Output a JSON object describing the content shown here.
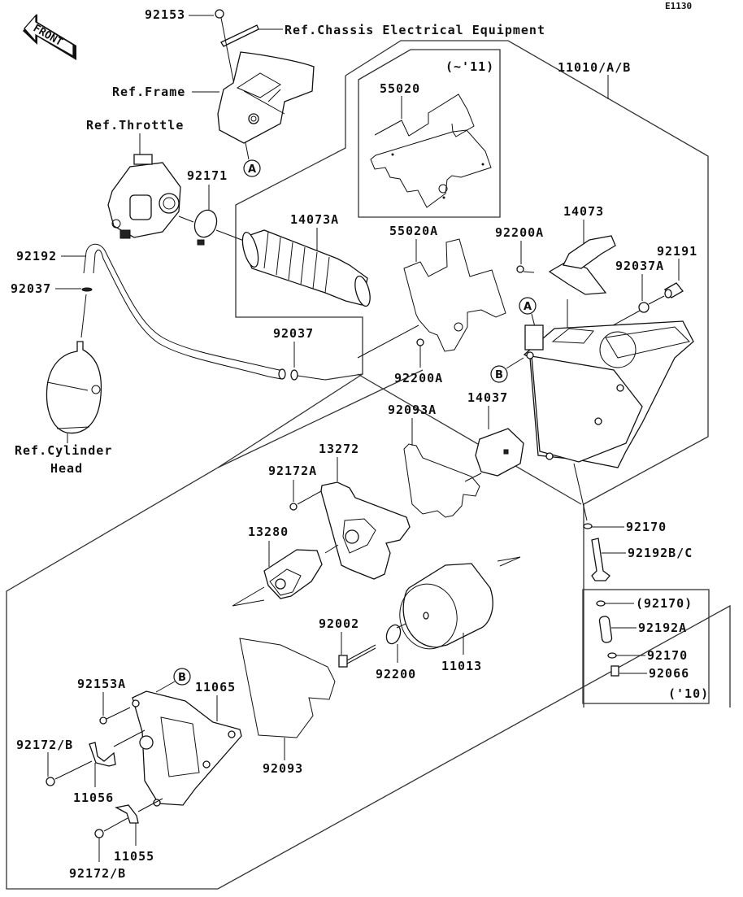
{
  "diagram_id": "E1130",
  "front_label": "FRONT",
  "references": {
    "chassis_electrical": "Ref.Chassis Electrical Equipment",
    "frame": "Ref.Frame",
    "throttle": "Ref.Throttle",
    "cylinder_head_line1": "Ref.Cylinder",
    "cylinder_head_line2": "Head"
  },
  "callouts": {
    "a": "A",
    "b": "B"
  },
  "inset_top": {
    "note": "(~'11)",
    "part": "55020"
  },
  "inset_bottom": {
    "note": "('10)",
    "parts": [
      "(92170)",
      "92192A",
      "92170",
      "92066"
    ]
  },
  "parts": {
    "p92153": "92153",
    "p92171": "92171",
    "p14073A": "14073A",
    "p92192": "92192",
    "p92037_left": "92037",
    "p92037_mid": "92037",
    "p11010": "11010/A/B",
    "p55020A": "55020A",
    "p92200A_top": "92200A",
    "p92200A_bottom": "92200A",
    "p14073": "14073",
    "p92191": "92191",
    "p92037A": "92037A",
    "p92093A": "92093A",
    "p14037": "14037",
    "p13272": "13272",
    "p92172A": "92172A",
    "p13280": "13280",
    "p92170": "92170",
    "p92192BC": "92192B/C",
    "p92002": "92002",
    "p92200": "92200",
    "p11013": "11013",
    "p92153A": "92153A",
    "p11065": "11065",
    "p92172B_top": "92172/B",
    "p11056": "11056",
    "p92093": "92093",
    "p11055": "11055",
    "p92172B_bottom": "92172/B"
  }
}
